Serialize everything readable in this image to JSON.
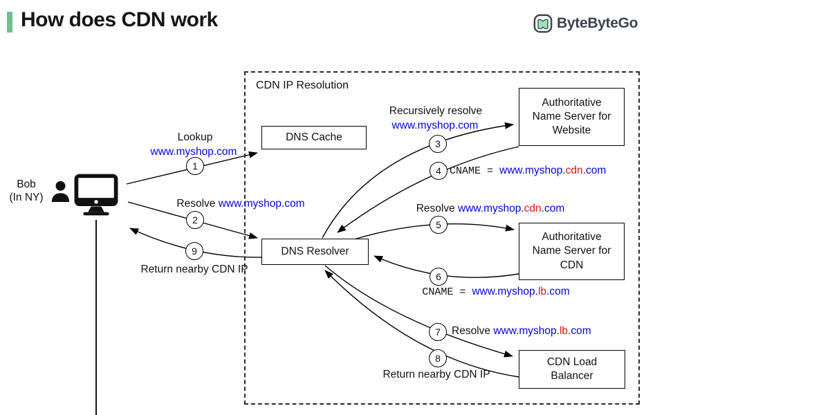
{
  "header": {
    "title": "How does CDN work",
    "brand_name": "ByteByteGo"
  },
  "colors": {
    "accent_green": "#6fbf92",
    "logo_green": "#9fe0b6",
    "logo_outline": "#39424e",
    "url_blue": "#0202ee",
    "highlight_red": "#ee0f0f",
    "line_black": "#000000"
  },
  "diagram": {
    "container_label": "CDN IP Resolution",
    "actor": {
      "line1": "Bob",
      "line2": "(In NY)"
    },
    "nodes": {
      "dns_cache": "DNS Cache",
      "dns_resolver": "DNS Resolver",
      "auth_ns_website": "Authoritative\nName Server for\nWebsite",
      "auth_ns_cdn": "Authoritative\nName Server for\nCDN",
      "cdn_load_balancer": "CDN Load\nBalancer"
    },
    "steps": {
      "s1": {
        "num": "1",
        "action": "Lookup",
        "url": "www.myshop.com"
      },
      "s2": {
        "num": "2",
        "action": "Resolve ",
        "url": "www.myshop.com"
      },
      "s3": {
        "num": "3",
        "action": "Recursively resolve",
        "url": "www.myshop.com"
      },
      "s4": {
        "num": "4",
        "cname": "CNAME = ",
        "url_pre": "www.myshop.",
        "url_hl": "cdn",
        "url_suf": ".com"
      },
      "s5": {
        "num": "5",
        "action": "Resolve ",
        "url_pre": "www.myshop.",
        "url_hl": "cdn",
        "url_suf": ".com"
      },
      "s6": {
        "num": "6",
        "cname": "CNAME = ",
        "url_pre": "www.myshop.",
        "url_hl": "lb",
        "url_suf": ".com"
      },
      "s7": {
        "num": "7",
        "action": "Resolve ",
        "url_pre": "www.myshop.",
        "url_hl": "lb",
        "url_suf": ".com"
      },
      "s8": {
        "num": "8",
        "text": "Return nearby CDN IP"
      },
      "s9": {
        "num": "9",
        "text": "Return nearby CDN IP"
      }
    }
  }
}
